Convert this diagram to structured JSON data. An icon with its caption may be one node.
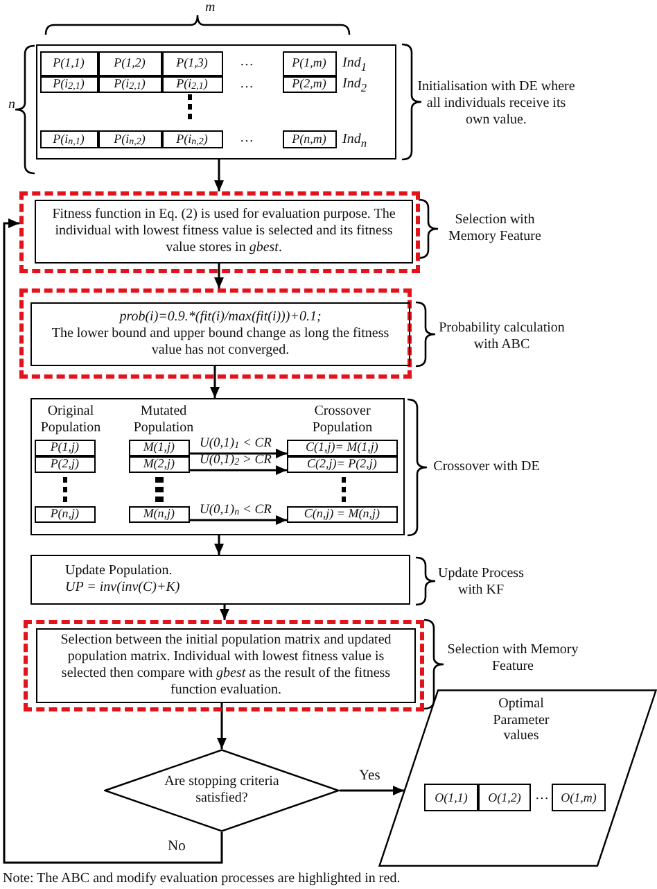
{
  "diagram": {
    "caption": "Note: The ABC and modify evaluation processes are highlighted in red.",
    "nodes": [
      {
        "text": [],
        "shape": "box",
        "beside": [
          "Initialisation with DE where all individuals receive its own value."
        ]
      },
      {
        "text": [
          "P(1,1)"
        ],
        "in": 0
      },
      {
        "text": [
          "P(1,2)"
        ],
        "in": 0
      },
      {
        "text": [
          "P(1,3)"
        ],
        "in": 0
      },
      {
        "text": [
          "P(1,m)"
        ],
        "in": 0
      },
      {
        "text": [
          "P(i$_{2,1}$)"
        ],
        "in": 0
      },
      {
        "text": [
          "P(i$_{2,1}$)"
        ],
        "in": 0
      },
      {
        "text": [
          "P(i$_{2,1}$)"
        ],
        "in": 0
      },
      {
        "text": [
          "P(2,m)"
        ],
        "in": 0
      },
      {
        "text": [
          "P(i$_{n,1}$)"
        ],
        "in": 0
      },
      {
        "text": [
          "P(i$_{n,2}$)"
        ],
        "in": 0
      },
      {
        "text": [
          "P(i$_{n,2}$)"
        ],
        "in": 0
      },
      {
        "text": [
          "P(n,m)"
        ],
        "in": 0
      },
      {
        "text": [],
        "shape": "box"
      },
      {
        "text": [
          "Fitness function in Eq. (2) is used for evaluation purpose. The individual with lowest fitness value is selected and its fitness value stores in *gbest*."
        ],
        "in": 13,
        "beside": [
          "Selection with Memory Feature"
        ]
      },
      {
        "text": [],
        "shape": "box"
      },
      {
        "text": [
          "prob(i)=0.9.*(fit(i)/max(fit(i)))+0.1;",
          "The lower bound and upper bound change as long the fitness value has not converged."
        ],
        "in": 15,
        "beside": [
          "Probability calculation with ABC"
        ]
      },
      {
        "text": [
          "Original Population",
          "Mutated Population",
          "Crossover Population"
        ],
        "beside": [
          "Crossover with DE"
        ]
      },
      {
        "text": [
          "P(1,j)"
        ],
        "in": 17
      },
      {
        "text": [
          "P(2,j)"
        ],
        "in": 17
      },
      {
        "text": [
          "P(n,j)"
        ],
        "in": 17
      },
      {
        "text": [
          "M(1,j)"
        ],
        "in": 17
      },
      {
        "text": [
          "M(2,j)"
        ],
        "in": 17
      },
      {
        "text": [
          "M(n,j)"
        ],
        "in": 17
      },
      {
        "text": [
          "C(1,j)= M(1,j)"
        ],
        "in": 17
      },
      {
        "text": [
          "C(2,j)= P(2,j)"
        ],
        "in": 17
      },
      {
        "text": [
          "C(n,j) = M(n,j)"
        ],
        "in": 17
      },
      {
        "text": [
          "Update Population.",
          "UP = inv(inv(C)+K)"
        ],
        "beside": [
          "Update Process with KF"
        ]
      },
      {
        "text": [],
        "shape": "box"
      },
      {
        "text": [
          "Selection between the initial population matrix and updated population matrix. Individual with lowest fitness value is selected then compare with *gbest* as the result of the fitness function evaluation."
        ],
        "in": 28,
        "beside": [
          "Selection with Memory Feature"
        ]
      },
      {
        "text": [
          "Are stopping criteria satisfied?"
        ]
      },
      {
        "text": [
          "Optimal Parameter values"
        ]
      },
      {
        "text": [
          "O(1,1)"
        ],
        "in": 31
      },
      {
        "text": [
          "O(1,2)"
        ],
        "in": 31
      },
      {
        "text": [
          "O(1,m)"
        ],
        "in": 31
      }
    ],
    "edges": [
      {
        "from": 0,
        "to": 13,
        "arrow": "to"
      },
      {
        "from": 14,
        "to": 15,
        "arrow": "to"
      },
      {
        "from": 16,
        "to": 17,
        "arrow": "to"
      },
      {
        "from": 17,
        "to": 27,
        "arrow": "to"
      },
      {
        "from": 27,
        "to": 28,
        "arrow": "to"
      },
      {
        "from": 29,
        "to": 30,
        "arrow": "to"
      },
      {
        "from": 30,
        "to": 31,
        "arrow": "to",
        "label": "Yes"
      },
      {
        "from": 30,
        "to": 13,
        "arrow": "to",
        "label": "No"
      },
      {
        "from": 21,
        "to": 24,
        "arrow": "to",
        "label": "U(0,1)$_{1}$ < CR"
      },
      {
        "from": 22,
        "to": 25,
        "arrow": "to",
        "label": "U(0,1)$_{2}$ > CR"
      },
      {
        "from": 23,
        "to": 26,
        "arrow": "to",
        "label": "U(0,1)$_{n}$ < CR"
      }
    ],
    "labels": [
      "m",
      "n",
      "…",
      "Ind$_{1}$",
      "…",
      "Ind$_{2}$",
      "…",
      "Ind$_{n}$",
      "…"
    ]
  }
}
